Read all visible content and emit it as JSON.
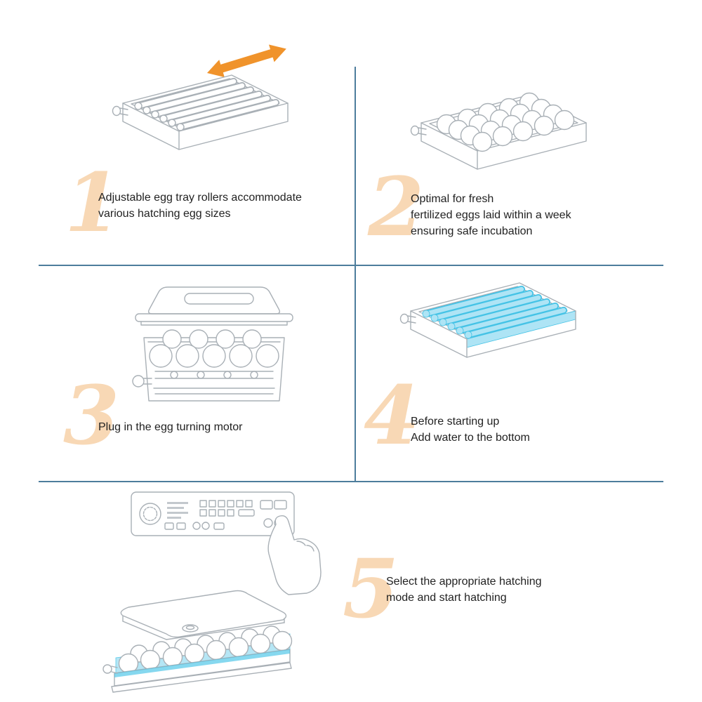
{
  "colors": {
    "divider": "#4d7d9c",
    "stepNumber": "#f8d8b5",
    "arrow": "#f0932b",
    "water": "#45c3e6",
    "waterLight": "#aee4f5",
    "waterPale": "#cdeffa",
    "lineArt": "#a9b0b6",
    "text": "#222222"
  },
  "steps": [
    {
      "number": "1",
      "illustration": "roller-egg-tray-with-resize-arrow",
      "lines": [
        "Adjustable egg tray rollers accommodate",
        "various hatching egg sizes"
      ]
    },
    {
      "number": "2",
      "illustration": "tray-filled-with-eggs",
      "lines": [
        "Optimal for fresh",
        "fertilized eggs laid within a week",
        "ensuring safe incubation"
      ]
    },
    {
      "number": "3",
      "illustration": "incubator-with-egg-turning-motor",
      "lines": [
        "Plug in the egg turning motor"
      ]
    },
    {
      "number": "4",
      "illustration": "tray-with-water-in-bottom",
      "lines": [
        "Before starting up",
        "Add water to the bottom"
      ]
    },
    {
      "number": "5",
      "illustration": "control-panel-with-pointing-hand",
      "lines": [
        "Select the appropriate hatching",
        "mode and start hatching"
      ]
    }
  ]
}
